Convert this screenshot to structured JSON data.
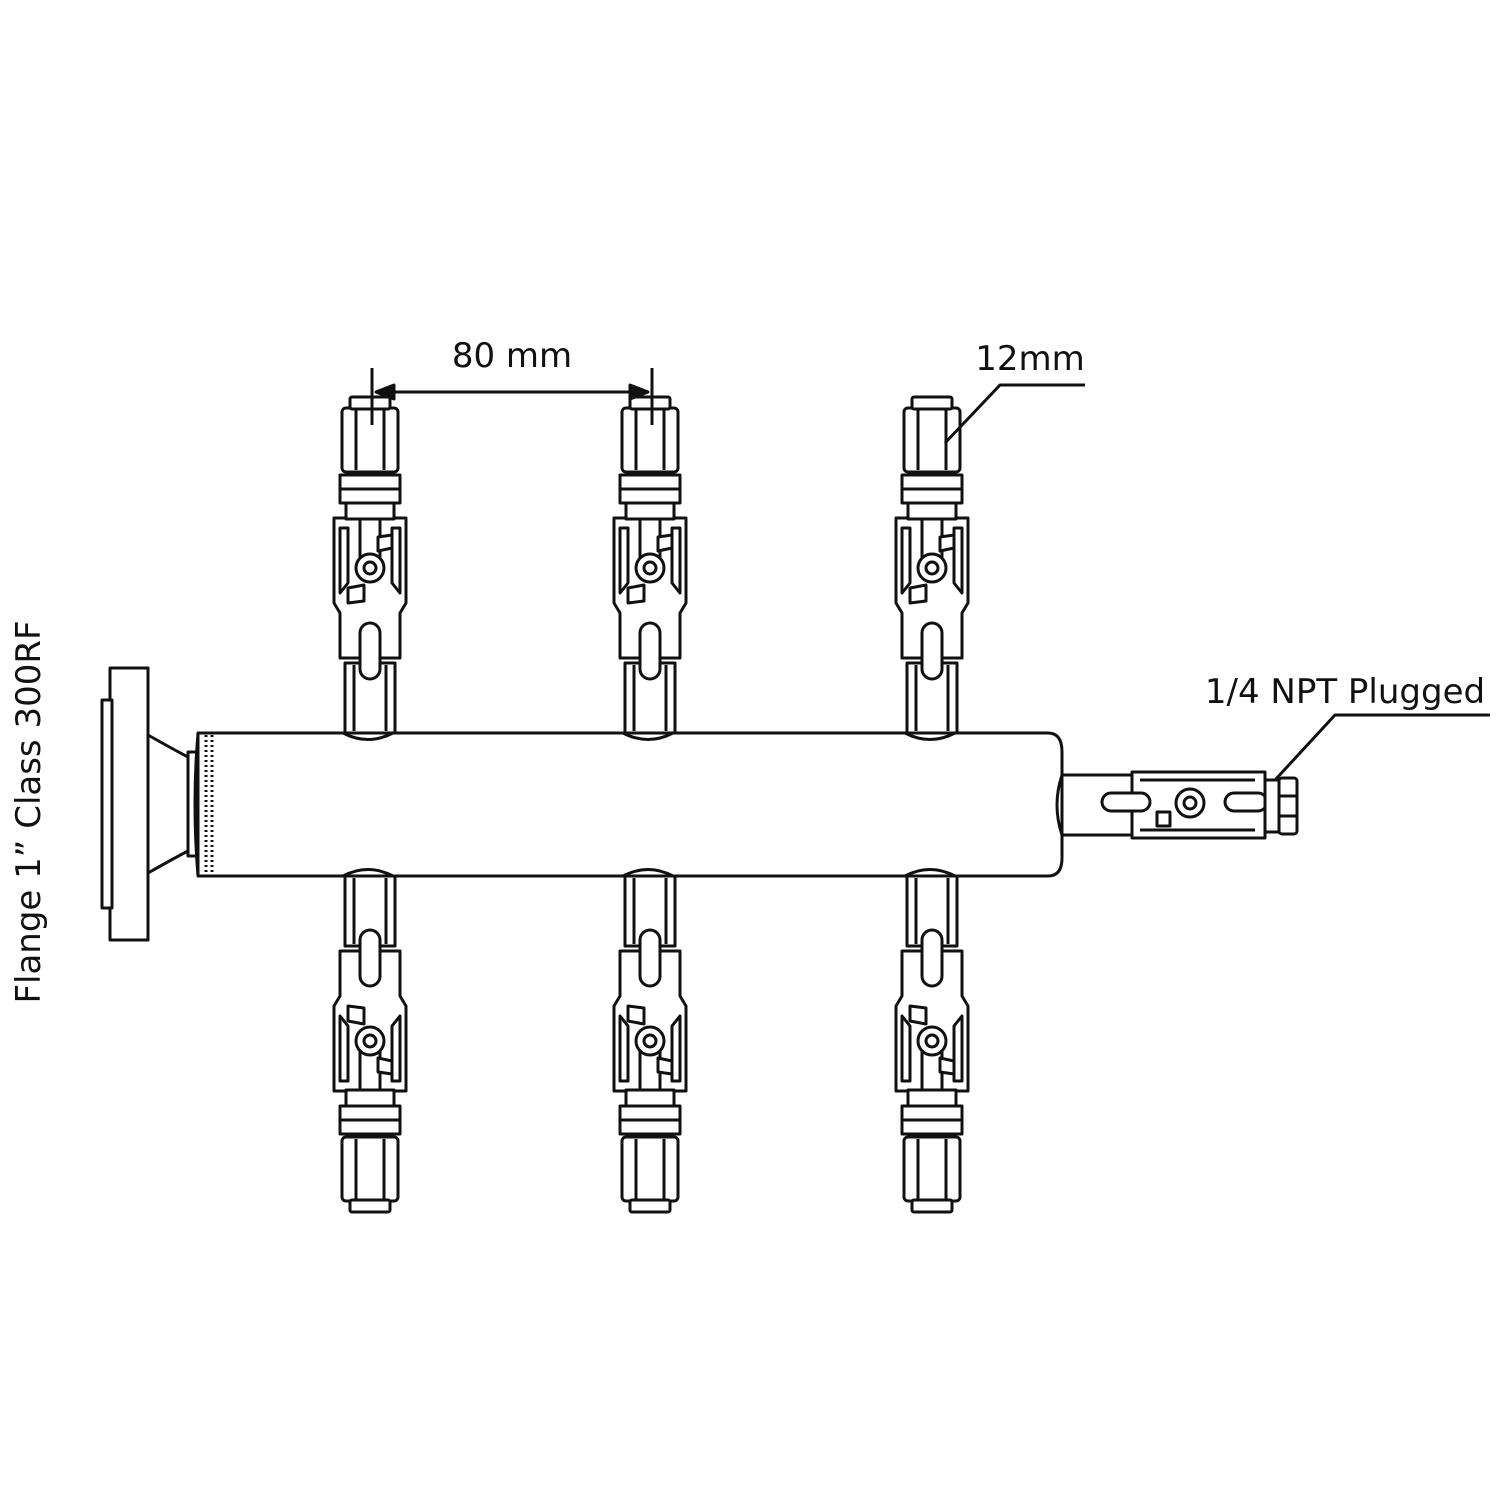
{
  "labels": {
    "spacing": "80 mm",
    "tube_size": "12mm",
    "end_port": "1/4 NPT Plugged",
    "inlet": "Flange 1” Class 300RF"
  },
  "colors": {
    "line": "#111111",
    "background": "#ffffff"
  }
}
